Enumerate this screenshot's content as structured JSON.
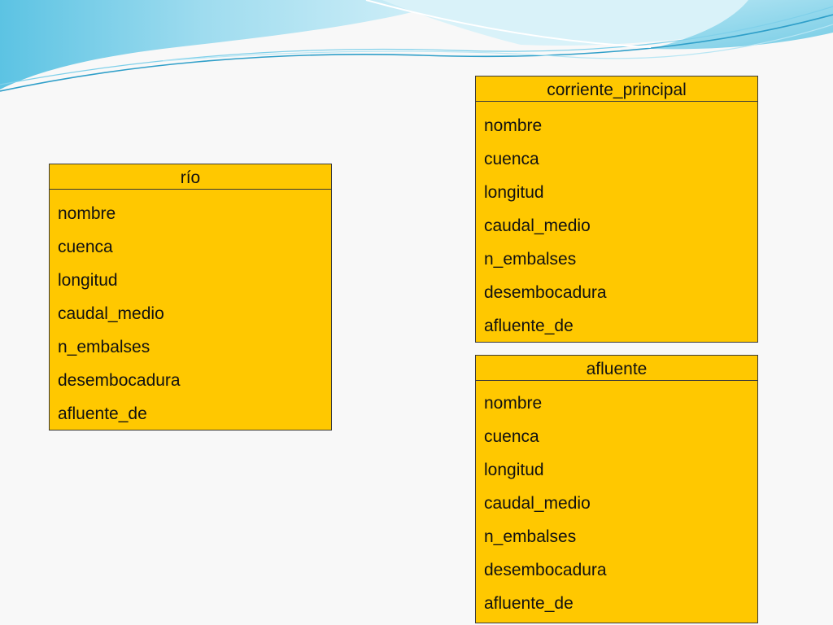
{
  "entities": {
    "rio": {
      "title": "río",
      "attributes": [
        "nombre",
        "cuenca",
        "longitud",
        "caudal_medio",
        "n_embalses",
        "desembocadura",
        "afluente_de"
      ]
    },
    "corriente_principal": {
      "title": "corriente_principal",
      "attributes": [
        "nombre",
        "cuenca",
        "longitud",
        "caudal_medio",
        "n_embalses",
        "desembocadura",
        "afluente_de"
      ]
    },
    "afluente": {
      "title": "afluente",
      "attributes": [
        "nombre",
        "cuenca",
        "longitud",
        "caudal_medio",
        "n_embalses",
        "desembocadura",
        "afluente_de"
      ]
    }
  },
  "colors": {
    "entity_fill": "#ffc800",
    "entity_border": "#3a3a3a",
    "wave_light": "#bfe9f5",
    "wave_mid": "#7fd3ea",
    "wave_dark": "#2fa4cf"
  }
}
